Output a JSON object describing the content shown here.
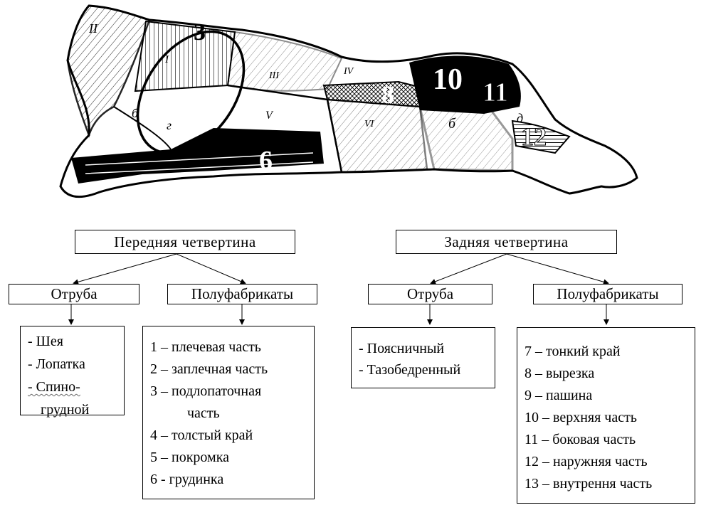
{
  "diagram": {
    "carcass_labels": {
      "roman": [
        "II",
        "I",
        "III",
        "IV",
        "VI",
        "V"
      ],
      "small": [
        "б",
        "г",
        "б",
        "д"
      ],
      "numbers": [
        "3",
        "6",
        "8",
        "10",
        "11",
        "12"
      ]
    },
    "front": {
      "title": "Передняя четвертина",
      "cuts_title": "Отруба",
      "cuts": [
        "- Шея",
        "- Лопатка",
        "- Спино-",
        "грудной"
      ],
      "semi_title": "Полуфабрикаты",
      "semi": [
        "1 – плечевая часть",
        "2 – заплечная часть",
        "3 – подлопаточная",
        "часть",
        "4 – толстый край",
        "5 – покромка",
        "6 - грудинка"
      ]
    },
    "back": {
      "title": "Задняя четвертина",
      "cuts_title": "Отруба",
      "cuts": [
        "- Поясничный",
        "- Тазобедренный"
      ],
      "semi_title": "Полуфабрикаты",
      "semi": [
        "7 – тонкий край",
        "8 – вырезка",
        "9 – пашина",
        "10 – верхняя часть",
        "11 – боковая часть",
        "12 – наружняя часть",
        "13 – внутрення часть"
      ]
    }
  }
}
